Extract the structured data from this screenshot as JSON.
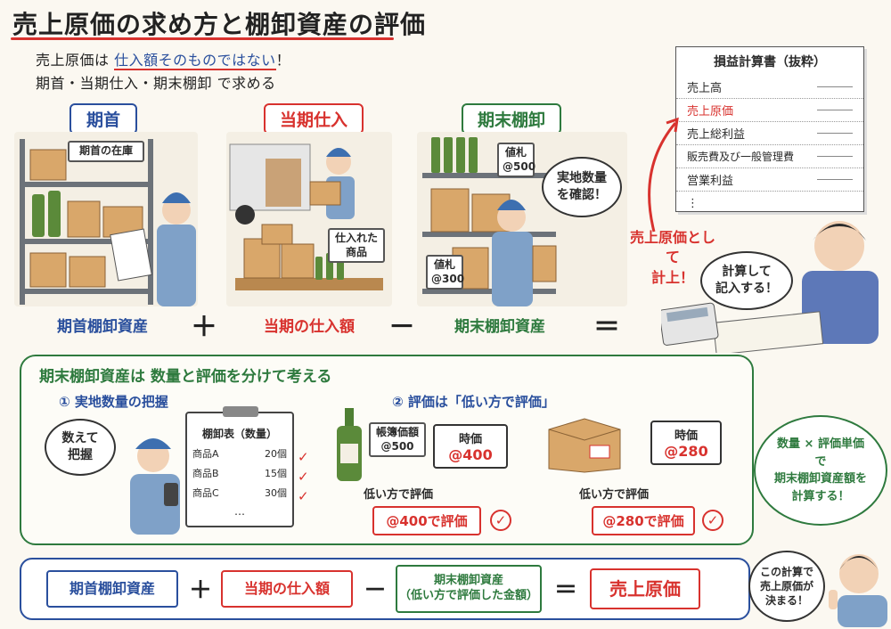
{
  "title": "売上原価の求め方と棚卸資産の評価",
  "subtitle": {
    "line1_pre": "売上原価は ",
    "line1_highlight": "仕入額そのものではない",
    "line1_post": "！",
    "line2": "期首・当期仕入・期末棚卸 で求める"
  },
  "columns": {
    "opening": {
      "header": "期首",
      "caption": "期首棚卸資産",
      "sign": "期首の在庫"
    },
    "purchase": {
      "header": "当期仕入",
      "caption": "当期の仕入額",
      "sign": "仕入れた\n商品"
    },
    "closing": {
      "header": "期末棚卸",
      "caption": "期末棚卸資産",
      "tag1": "値札\n@500",
      "tag2": "値札\n@300",
      "bubble": "実地数量\nを確認！"
    }
  },
  "operators": {
    "plus": "＋",
    "minus": "－",
    "equals": "＝"
  },
  "statement": {
    "title": "損益計算書（抜粋）",
    "rows": [
      {
        "label": "売上高",
        "color": "#2b2b2b"
      },
      {
        "label": "売上原価",
        "color": "#d8322e"
      },
      {
        "label": "売上総利益",
        "color": "#2b2b2b"
      },
      {
        "label": "販売費及び一般管理費",
        "color": "#2b2b2b"
      },
      {
        "label": "営業利益",
        "color": "#2b2b2b"
      },
      {
        "label": "⋮",
        "color": "#2b2b2b"
      }
    ],
    "annotation": "売上原価として\n計上！",
    "bubble": "計算して\n記入する！"
  },
  "panel": {
    "title": "期末棚卸資産は 数量と評価を分けて考える",
    "section1": "① 実地数量の把握",
    "section2": "② 評価は「低い方で評価」",
    "count_bubble": "数えて\n把握",
    "clipboard": {
      "title": "棚卸表（数量）",
      "rows": [
        {
          "item": "商品A",
          "qty": "20個"
        },
        {
          "item": "商品B",
          "qty": "15個"
        },
        {
          "item": "商品C",
          "qty": "30個"
        }
      ],
      "more": "…"
    },
    "bottle": {
      "book_label": "帳簿価額\n@500",
      "market_label": "時価",
      "market_value": "@400",
      "lower_text": "低い方で評価",
      "result": "@400で評価"
    },
    "box": {
      "market_label": "時価",
      "market_value": "@280",
      "lower_text": "低い方で評価",
      "result": "@280で評価"
    },
    "check": "✓",
    "result_bubble": "数量 × 評価単価\nで\n期末棚卸資産額を\n計算する！"
  },
  "formula": {
    "term1": "期首棚卸資産",
    "op1": "＋",
    "term2": "当期の仕入額",
    "op2": "－",
    "term3": "期末棚卸資産\n（低い方で評価した金額）",
    "op3": "＝",
    "result": "売上原価",
    "bubble": "この計算で\n売上原価が\n決まる！"
  },
  "colors": {
    "blue": "#2a4f9d",
    "red": "#d8322e",
    "green": "#2e7a3e"
  }
}
